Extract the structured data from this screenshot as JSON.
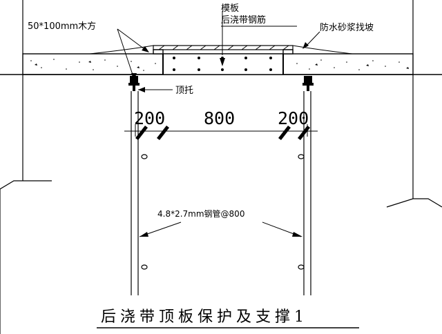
{
  "labels": {
    "formwork": "模板",
    "rebar": "后浇带钢筋",
    "timber": "50*100mm木方",
    "mortar_slope": "防水砂浆找坡",
    "top_support": "顶托",
    "steel_pipe": "4.8*2.7mm钢管@800"
  },
  "dimensions": {
    "left": "200",
    "middle": "800",
    "right": "200"
  },
  "caption": "后浇带顶板保护及支撑1"
}
